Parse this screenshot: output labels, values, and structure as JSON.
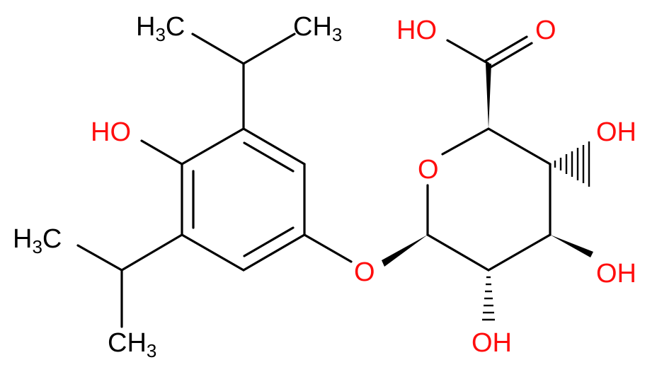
{
  "molecule": {
    "labels": {
      "me_top_left": "H3C",
      "me_top_right": "CH3",
      "me_mid_left": "H3C",
      "me_bottom": "CH3",
      "phenol_oh": "HO",
      "ether_o": "O",
      "ring_o": "O",
      "acid_oh": "HO",
      "acid_o": "O",
      "oh_c4": "OH",
      "oh_c3": "OH",
      "oh_c2": "OH"
    },
    "colors": {
      "carbon_and_bonds": "#000000",
      "oxygen": "#ff0d0d"
    }
  }
}
